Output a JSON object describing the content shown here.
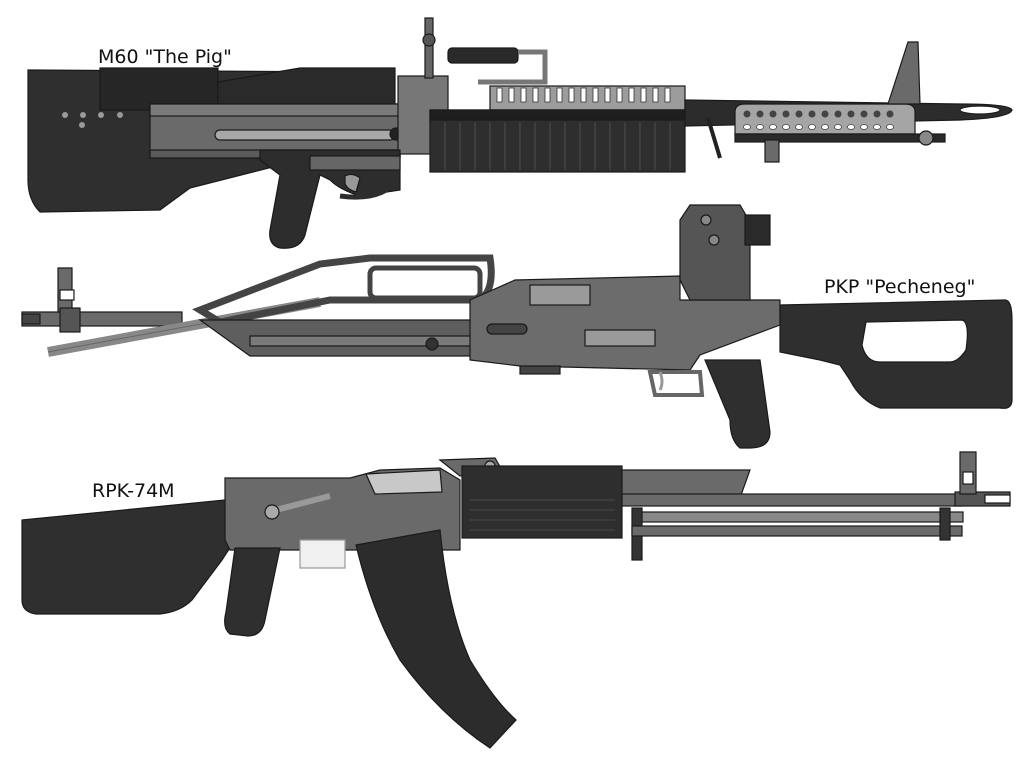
{
  "labels": {
    "m60": "M60 \"The Pig\"",
    "pkp": "PKP \"Pecheneg\"",
    "rpk": "RPK-74M"
  },
  "weapons": [
    {
      "id": "m60",
      "name": "M60 \"The Pig\""
    },
    {
      "id": "pkp",
      "name": "PKP \"Pecheneg\""
    },
    {
      "id": "rpk",
      "name": "RPK-74M"
    }
  ],
  "colors": {
    "dark": "#2b2b2b",
    "mid_dark": "#444444",
    "metal": "#6e6e6e",
    "metal_light": "#9a9a9a",
    "highlight": "#c8c8c8",
    "background": "#ffffff"
  }
}
